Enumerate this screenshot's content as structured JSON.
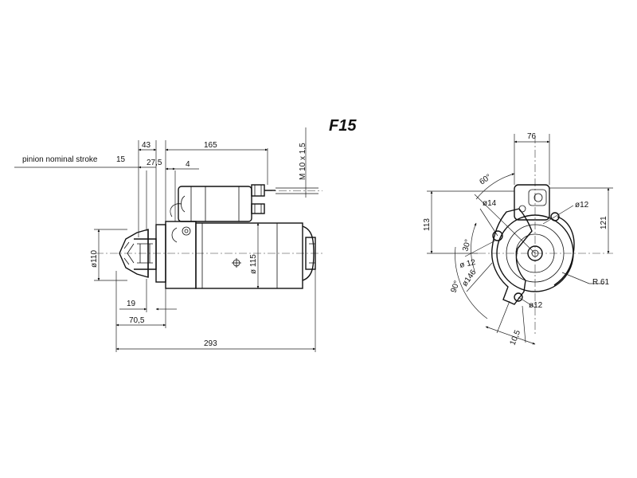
{
  "title": "F15",
  "side_view": {
    "pinion_stroke_label": "pinion nominal stroke",
    "pinion_stroke_value": "15",
    "dim_43": "43",
    "dim_165": "165",
    "dim_27_5": "27,5",
    "dim_4": "4",
    "thread": "M 10 x 1,5",
    "dia_110": "ø110",
    "dia_115": "ø 115",
    "dim_19": "19",
    "dim_70_5": "70,5",
    "dim_293": "293"
  },
  "front_view": {
    "dim_76": "76",
    "angle_60": "60°",
    "dim_113": "113",
    "dia_14": "ø14",
    "dia_12_top": "ø12",
    "dim_121": "121",
    "angle_30": "30°",
    "dia_12_left": "ø 12",
    "dia_146": "ø146",
    "angle_90": "90°",
    "radius_61": "R 61",
    "dia_12_bottom": "ø12",
    "dim_10_5": "10,5"
  }
}
